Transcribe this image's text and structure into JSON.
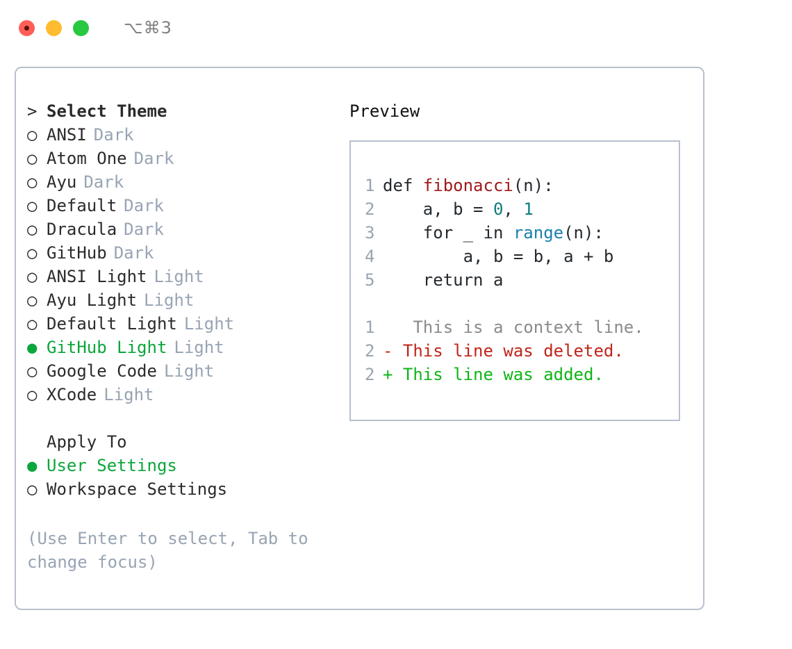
{
  "titlebar": {
    "shortcut": "⌥⌘3",
    "lights": [
      {
        "name": "close",
        "color": "#ff5f57"
      },
      {
        "name": "minimize",
        "color": "#febc2e"
      },
      {
        "name": "maximize",
        "color": "#28c840"
      }
    ]
  },
  "theme_picker": {
    "heading_marker": ">",
    "heading": "Select Theme",
    "items": [
      {
        "marker": "○",
        "name": "ANSI",
        "tag": "Dark",
        "selected": false
      },
      {
        "marker": "○",
        "name": "Atom One",
        "tag": "Dark",
        "selected": false
      },
      {
        "marker": "○",
        "name": "Ayu",
        "tag": "Dark",
        "selected": false
      },
      {
        "marker": "○",
        "name": "Default",
        "tag": "Dark",
        "selected": false
      },
      {
        "marker": "○",
        "name": "Dracula",
        "tag": "Dark",
        "selected": false
      },
      {
        "marker": "○",
        "name": "GitHub",
        "tag": "Dark",
        "selected": false
      },
      {
        "marker": "○",
        "name": "ANSI Light",
        "tag": "Light",
        "selected": false
      },
      {
        "marker": "○",
        "name": "Ayu Light",
        "tag": "Light",
        "selected": false
      },
      {
        "marker": "○",
        "name": "Default Light",
        "tag": "Light",
        "selected": false
      },
      {
        "marker": "●",
        "name": "GitHub Light",
        "tag": "Light",
        "selected": true
      },
      {
        "marker": "○",
        "name": "Google Code",
        "tag": "Light",
        "selected": false
      },
      {
        "marker": "○",
        "name": "XCode",
        "tag": "Light",
        "selected": false
      }
    ]
  },
  "apply_to": {
    "heading": "Apply To",
    "items": [
      {
        "marker": "●",
        "name": "User Settings",
        "selected": true
      },
      {
        "marker": "○",
        "name": "Workspace Settings",
        "selected": false
      }
    ]
  },
  "hint": "(Use Enter to select, Tab to change focus)",
  "preview": {
    "title": "Preview",
    "code_lines": [
      {
        "num": "1",
        "segments": [
          {
            "text": "def ",
            "type": "plain"
          },
          {
            "text": "fibonacci",
            "type": "fn"
          },
          {
            "text": "(n):",
            "type": "plain"
          }
        ]
      },
      {
        "num": "2",
        "segments": [
          {
            "text": "    a, b = ",
            "type": "plain"
          },
          {
            "text": "0",
            "type": "num"
          },
          {
            "text": ", ",
            "type": "plain"
          },
          {
            "text": "1",
            "type": "num"
          }
        ]
      },
      {
        "num": "3",
        "segments": [
          {
            "text": "    for _ in ",
            "type": "plain"
          },
          {
            "text": "range",
            "type": "call"
          },
          {
            "text": "(n):",
            "type": "plain"
          }
        ]
      },
      {
        "num": "4",
        "segments": [
          {
            "text": "        a, b = b, a + b",
            "type": "plain"
          }
        ]
      },
      {
        "num": "5",
        "segments": [
          {
            "text": "    return a",
            "type": "plain"
          }
        ]
      }
    ],
    "diff_lines": [
      {
        "num": "1",
        "sign": " ",
        "text": "  This is a context line.",
        "kind": "context"
      },
      {
        "num": "2",
        "sign": "-",
        "text": " This line was deleted.",
        "kind": "deleted"
      },
      {
        "num": "2",
        "sign": "+",
        "text": " This line was added.",
        "kind": "added"
      }
    ]
  },
  "colors": {
    "accent_green": "#0ca63c",
    "muted": "#98a4b4",
    "border": "#b7c0cc",
    "syntax_function": "#a01a1a",
    "syntax_number": "#0f7d7d",
    "syntax_call": "#1a7fae",
    "diff_added": "#0fb516",
    "diff_deleted": "#c0251a",
    "diff_context": "#8a8a8a"
  }
}
